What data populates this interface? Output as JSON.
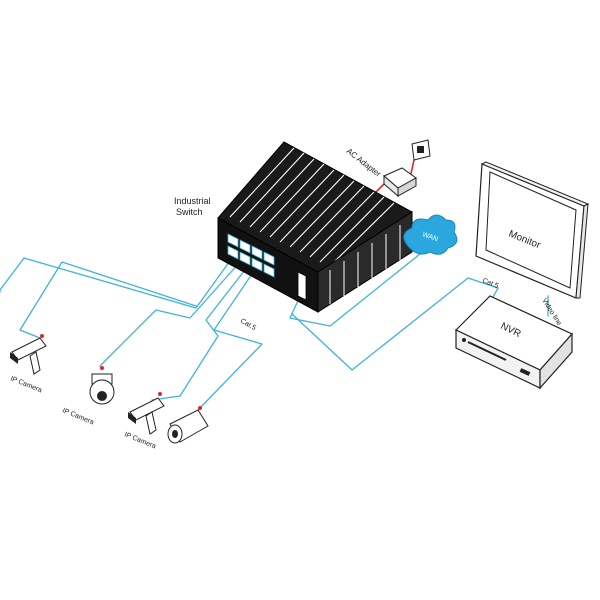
{
  "labels": {
    "switch_line1": "Industrial",
    "switch_line2": "Switch",
    "ac_adapter": "AC Adapter",
    "wan": "WAN",
    "monitor": "Monitor",
    "cat5_left": "Cat.5",
    "cat5_right": "Cat.5",
    "video_line": "Video line",
    "nvr": "NVR",
    "camera1": "IP Camera",
    "camera2": "IP Camera",
    "camera3": "IP Camera"
  },
  "colors": {
    "cable": "#3fb3d9",
    "power_cable": "#e0262b",
    "switch_body": "#1a1a1a",
    "wan_cloud": "#2aa7df"
  },
  "icons": [
    "switch-icon",
    "ac-adapter-icon",
    "wall-outlet-icon",
    "wan-cloud-icon",
    "monitor-icon",
    "nvr-icon",
    "bullet-camera-icon",
    "dome-camera-icon"
  ]
}
